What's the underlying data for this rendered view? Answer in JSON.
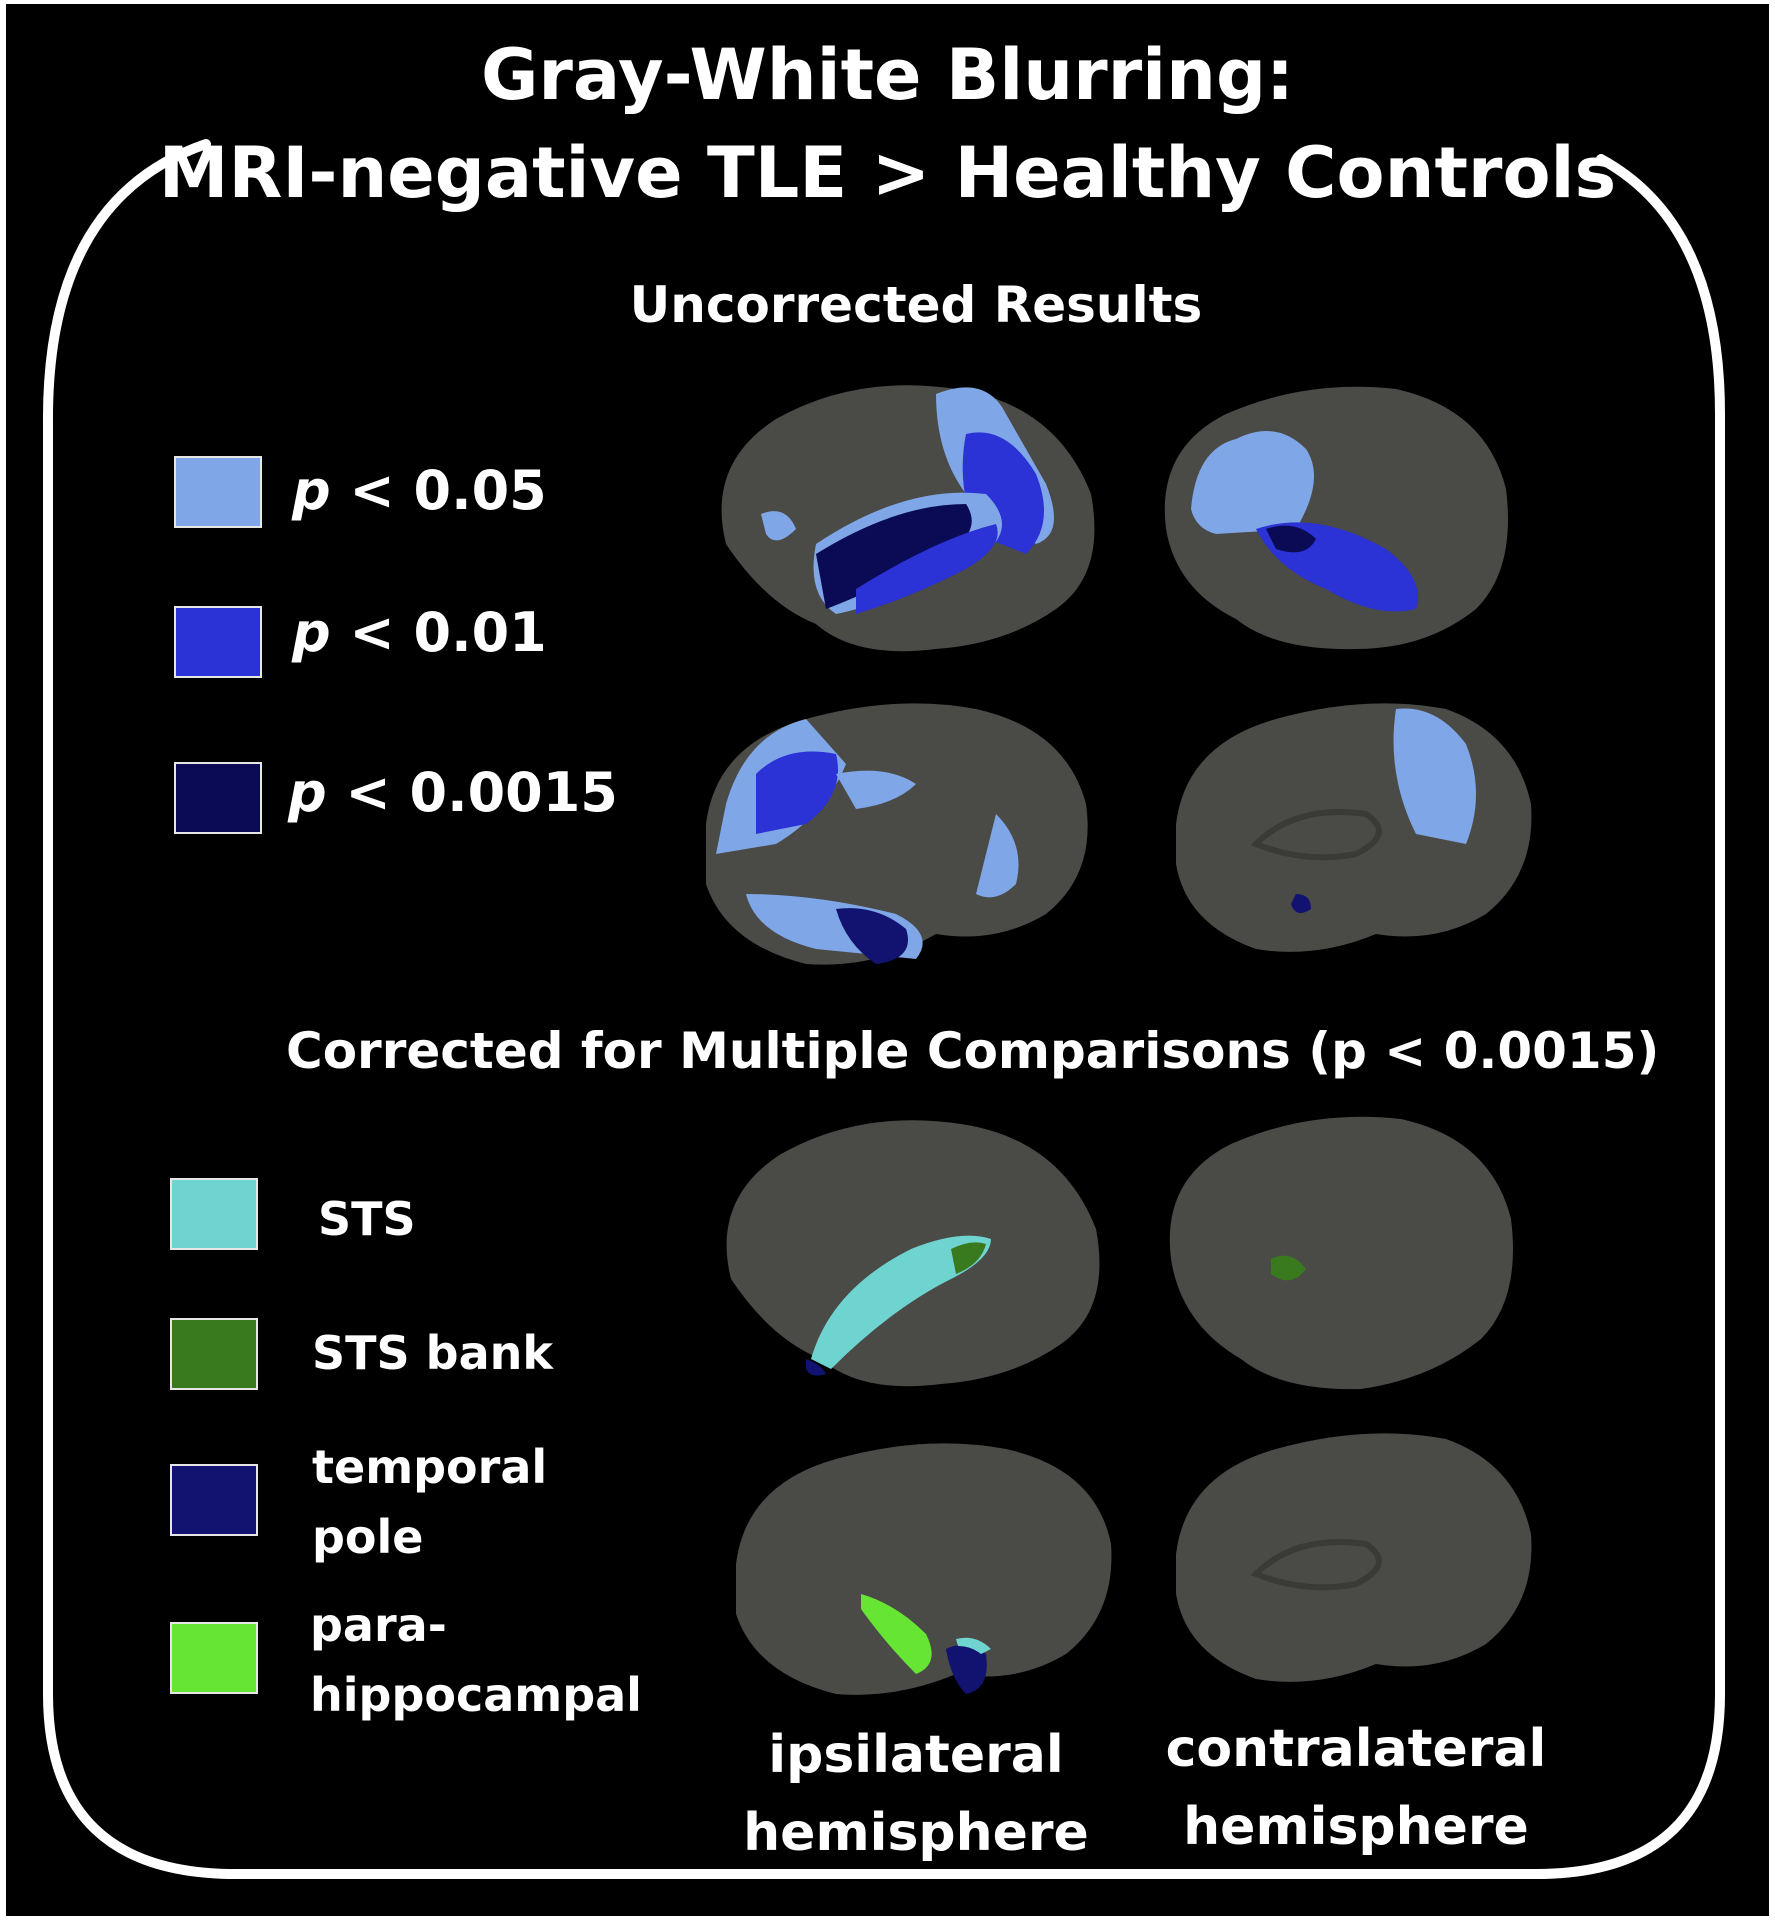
{
  "title": {
    "line1": "Gray-White Blurring:",
    "line2": "MRI-negative TLE > Healthy Controls"
  },
  "sections": {
    "uncorrected": "Uncorrected Results",
    "corrected": "Corrected for Multiple Comparisons (p < 0.0015)"
  },
  "legend_uncorrected": [
    {
      "p": "p",
      "rest": " < 0.05",
      "color": "#7fa6e6"
    },
    {
      "p": "p",
      "rest": " < 0.01",
      "color": "#2b32d6"
    },
    {
      "p": "p",
      "rest": " < 0.0015",
      "color": "#0b0b55"
    }
  ],
  "legend_corrected": [
    {
      "label": "STS",
      "color": "#6fd3d0"
    },
    {
      "label": "STS bank",
      "color": "#3a7a1e"
    },
    {
      "label_line1": "temporal",
      "label_line2": "pole",
      "color": "#121270"
    },
    {
      "label_line1": "para-",
      "label_line2": "hippocampal",
      "color": "#66e633"
    }
  ],
  "columns": {
    "ipsi_line1": "ipsilateral",
    "ipsi_line2": "hemisphere",
    "contra_line1": "contralateral",
    "contra_line2": "hemisphere"
  },
  "colors": {
    "background": "#000000",
    "cortex": "#4a4a46",
    "frame": "#ffffff"
  }
}
